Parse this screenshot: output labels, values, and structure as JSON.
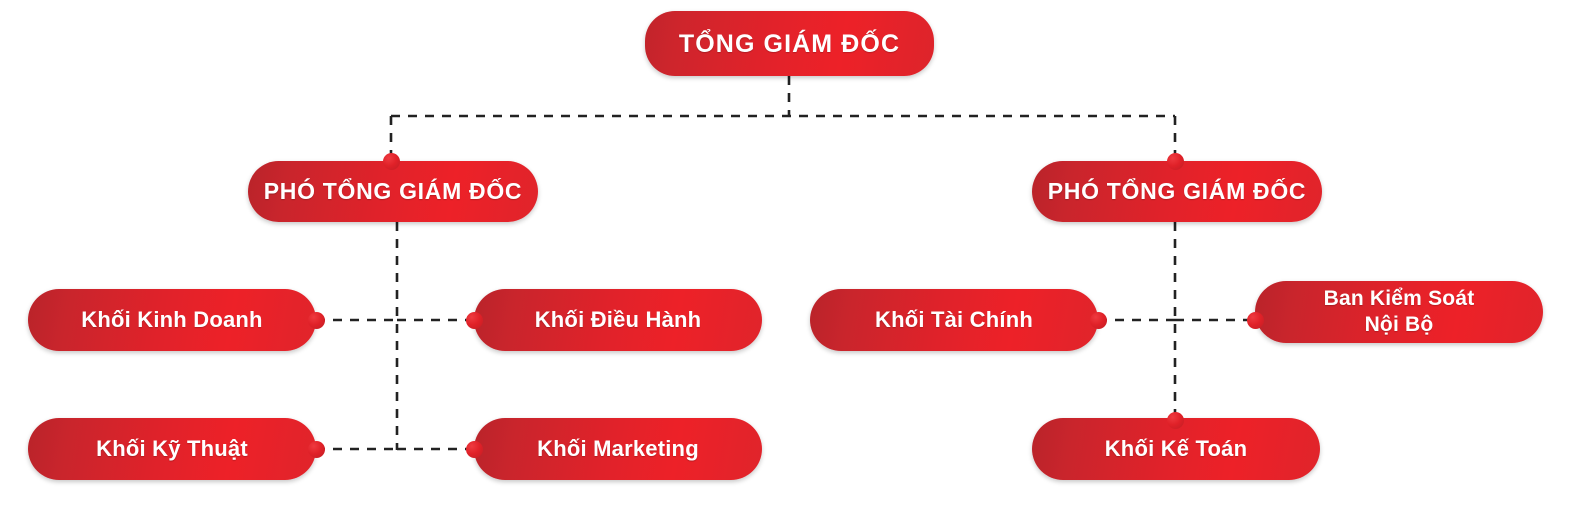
{
  "diagram": {
    "type": "organizational-chart",
    "title": "So do to chuc",
    "language": "vi",
    "colors": {
      "node_red_dark": "#c9252c",
      "node_red_bright": "#ed2128",
      "node_text": "#ffffff",
      "connector": "#222222",
      "background": "#ffffff"
    },
    "connector_style": "dashed"
  },
  "nodes": {
    "ceo": {
      "label": "TỔNG GIÁM ĐỐC",
      "level": 1
    },
    "deputy_left": {
      "label": "PHÓ TỔNG GIÁM ĐỐC",
      "level": 2
    },
    "deputy_right": {
      "label": "PHÓ TỔNG GIÁM ĐỐC",
      "level": 2
    },
    "kinh_doanh": {
      "label": "Khối Kinh Doanh",
      "level": 3
    },
    "dieu_hanh": {
      "label": "Khối Điều Hành",
      "level": 3
    },
    "ky_thuat": {
      "label": "Khối Kỹ Thuật",
      "level": 3
    },
    "marketing": {
      "label": "Khối Marketing",
      "level": 3
    },
    "tai_chinh": {
      "label": "Khối Tài Chính",
      "level": 3
    },
    "kiem_soat": {
      "label": "Ban Kiểm Soát\nNội Bộ",
      "level": 3
    },
    "ke_toan": {
      "label": "Khối Kế Toán",
      "level": 3
    }
  },
  "edges": [
    {
      "from": "ceo",
      "to": "deputy_left"
    },
    {
      "from": "ceo",
      "to": "deputy_right"
    },
    {
      "from": "deputy_left",
      "to": "kinh_doanh"
    },
    {
      "from": "deputy_left",
      "to": "dieu_hanh"
    },
    {
      "from": "deputy_left",
      "to": "ky_thuat"
    },
    {
      "from": "deputy_left",
      "to": "marketing"
    },
    {
      "from": "deputy_right",
      "to": "tai_chinh"
    },
    {
      "from": "deputy_right",
      "to": "kiem_soat"
    },
    {
      "from": "deputy_right",
      "to": "ke_toan"
    }
  ]
}
